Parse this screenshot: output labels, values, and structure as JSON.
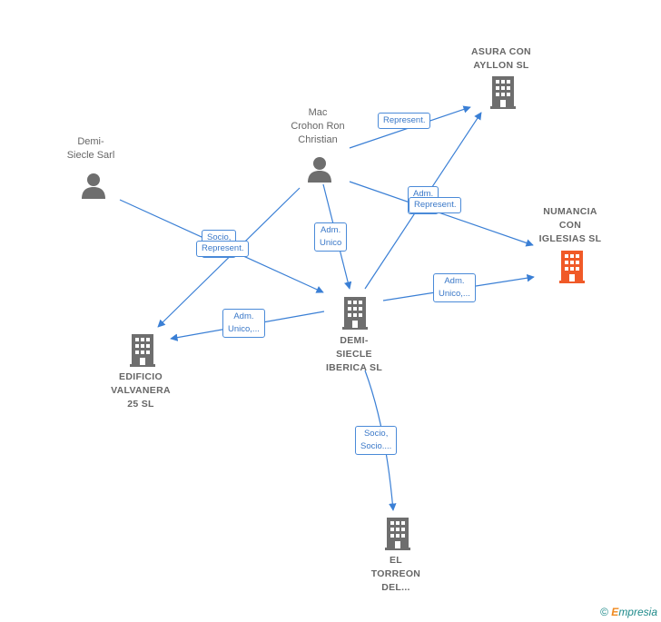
{
  "nodes": {
    "asura": {
      "label_lines": [
        "ASURA CON",
        "AYLLON  SL"
      ]
    },
    "mac": {
      "label_lines": [
        "Mac",
        "Crohon Ron",
        "Christian"
      ]
    },
    "demi_sarl": {
      "label_lines": [
        "Demi-",
        "Siecle Sarl"
      ]
    },
    "numancia": {
      "label_lines": [
        "NUMANCIA",
        "CON",
        "IGLESIAS  SL"
      ]
    },
    "demi_iberica": {
      "label_lines": [
        "DEMI-",
        "SIECLE",
        "IBERICA  SL"
      ]
    },
    "edificio": {
      "label_lines": [
        "EDIFICIO",
        "VALVANERA",
        "25  SL"
      ]
    },
    "torreon": {
      "label_lines": [
        "EL",
        "TORREON",
        "DEL..."
      ]
    }
  },
  "edge_labels": {
    "represent_asura": [
      "Represent."
    ],
    "adm_numancia_top": [
      "Adm."
    ],
    "represent_numancia": [
      "Represent."
    ],
    "adm_unico_mac": [
      "Adm.",
      "Unico"
    ],
    "socio_sarl": [
      "Socio,"
    ],
    "represent_sarl": [
      "Represent."
    ],
    "adm_unico_numancia": [
      "Adm.",
      "Unico,..."
    ],
    "adm_unico_edificio": [
      "Adm.",
      "Unico,..."
    ],
    "socio_torreon": [
      "Socio,",
      "Socio...."
    ]
  },
  "colors": {
    "edge": "#3a7fd5",
    "node_gray": "#6e6e6e",
    "node_highlight": "#f05a28"
  },
  "footer": {
    "copyright": "©",
    "brand_initial": "E",
    "brand_rest": "mpresia"
  }
}
